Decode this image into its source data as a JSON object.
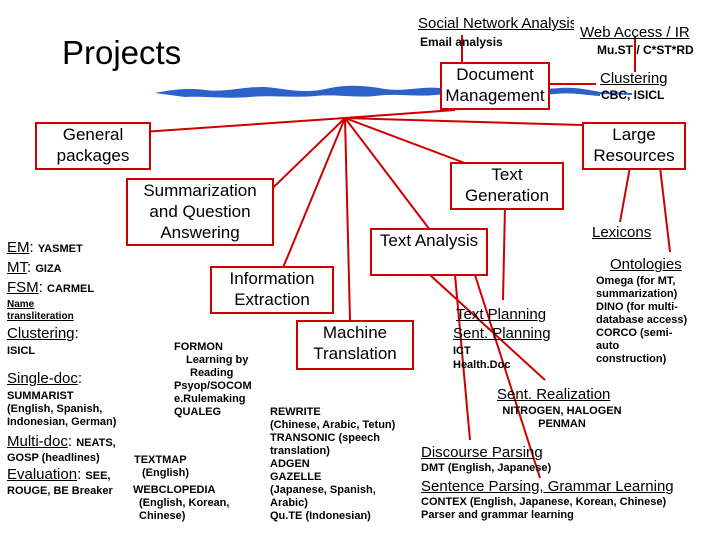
{
  "title": "Projects",
  "colors": {
    "connector": "#cc0000",
    "wave": "#2a62c9",
    "background": "#ffffff"
  },
  "nodes": {
    "social_network": "Social Network Analysis",
    "email_analysis": "Email analysis",
    "web_access": "Web Access / IR",
    "must": "Mu.ST / C*ST*RD",
    "document_management": "Document Management",
    "clustering_top": "Clustering",
    "cbc_iscl": "CBC, ISICL",
    "general_packages": "General packages",
    "large_resources": "Large Resources",
    "text_generation": "Text Generation",
    "summarization": "Summarization and Question Answering",
    "text_analysis": "Text Analysis",
    "lexicons": "Lexicons",
    "ontologies": "Ontologies",
    "ontologies_detail": [
      "Omega (for MT,",
      "summarization)",
      "DINO (for multi-",
      "database access)",
      "CORCO (semi-",
      "auto",
      "construction)"
    ],
    "information_extraction": "Information Extraction",
    "machine_translation": "Machine Translation",
    "text_planning": "Text Planning",
    "sent_planning": "Sent. Planning",
    "ict": "ICT",
    "healthdoc": "Health.Doc",
    "sent_realization": "Sent. Realization",
    "sent_realization_detail": [
      "NITROGEN, HALOGEN",
      "PENMAN"
    ],
    "discourse_parsing": "Discourse Parsing",
    "discourse_parsing_detail": "DMT (English, Japanese)",
    "sentence_parsing": "Sentence Parsing, Grammar Learning",
    "sentence_parsing_detail": [
      "CONTEX (English, Japanese, Korean, Chinese)",
      "Parser and grammar learning"
    ]
  },
  "general_packages_list": {
    "em_label": "EM",
    "em_value": "YASMET",
    "mt_label": "MT",
    "mt_value": "GIZA",
    "fsm_label": "FSM",
    "fsm_value": "CARMEL",
    "name_translit": [
      "Name",
      "transliteration"
    ],
    "clustering_label": "Clustering",
    "clustering_value": "ISICL"
  },
  "summarization_list": {
    "single_doc_label": "Single-doc",
    "single_doc_items": [
      "SUMMARIST",
      "(English, Spanish,",
      "Indonesian, German)"
    ],
    "multi_doc_label": "Multi-doc",
    "multi_doc_value": "NEATS,",
    "gosp": "GOSP (headlines)",
    "evaluation_label": "Evaluation",
    "evaluation_value": "SEE,",
    "rouge": "ROUGE, BE Breaker",
    "textmap": [
      "TEXTMAP",
      "(English)"
    ],
    "webclopedia": [
      "WEBCLOPEDIA",
      "(English, Korean,",
      "Chinese)"
    ]
  },
  "ie_list": [
    "FORMON",
    "Learning by",
    "Reading",
    "Psyop/SOCOM",
    "e.Rulemaking",
    "QUALEG"
  ],
  "mt_list": [
    "REWRITE",
    "(Chinese, Arabic, Tetun)",
    "TRANSONIC (speech",
    "translation)",
    "ADGEN",
    "GAZELLE",
    "(Japanese, Spanish,",
    "Arabic)",
    "Qu.TE (Indonesian)"
  ]
}
